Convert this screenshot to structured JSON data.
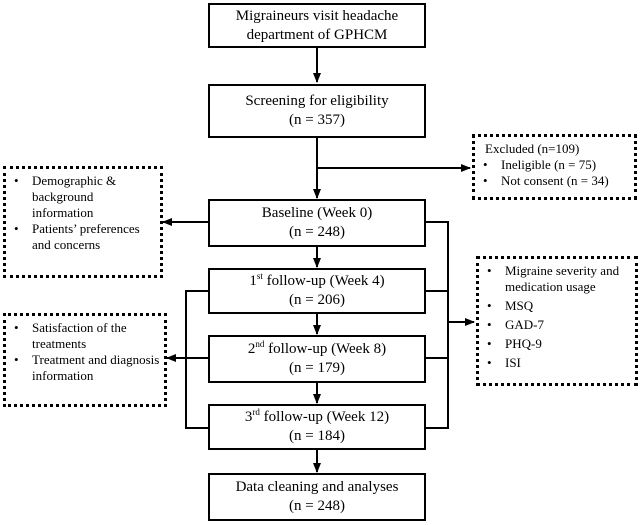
{
  "boxes": {
    "visit": {
      "line1": "Migraineurs visit headache",
      "line2": "department of GPHCM"
    },
    "screening": {
      "title": "Screening for eligibility",
      "n": "(n = 357)"
    },
    "baseline": {
      "title": "Baseline (Week 0)",
      "n": "(n = 248)"
    },
    "followup1": {
      "ordinal": "1",
      "sup": "st",
      "title": " follow-up (Week 4)",
      "n": "(n = 206)"
    },
    "followup2": {
      "ordinal": "2",
      "sup": "nd",
      "title": " follow-up (Week 8)",
      "n": "(n = 179)"
    },
    "followup3": {
      "ordinal": "3",
      "sup": "rd",
      "title": " follow-up (Week 12)",
      "n": "(n = 184)"
    },
    "analysis": {
      "title": "Data cleaning and analyses",
      "n": "(n = 248)"
    }
  },
  "excluded": {
    "heading": "Excluded  (n=109)",
    "items": [
      "Ineligible (n = 75)",
      "Not consent (n = 34)"
    ]
  },
  "baseline_measures": {
    "items": [
      "Demographic & background information",
      "Patients’ preferences and concerns"
    ]
  },
  "treatment_measures": {
    "items": [
      "Satisfaction of the treatments",
      "Treatment and diagnosis information"
    ]
  },
  "followup_measures": {
    "items": [
      "Migraine severity and medication usage",
      "MSQ",
      "GAD-7",
      "PHQ-9",
      "ISI"
    ]
  }
}
